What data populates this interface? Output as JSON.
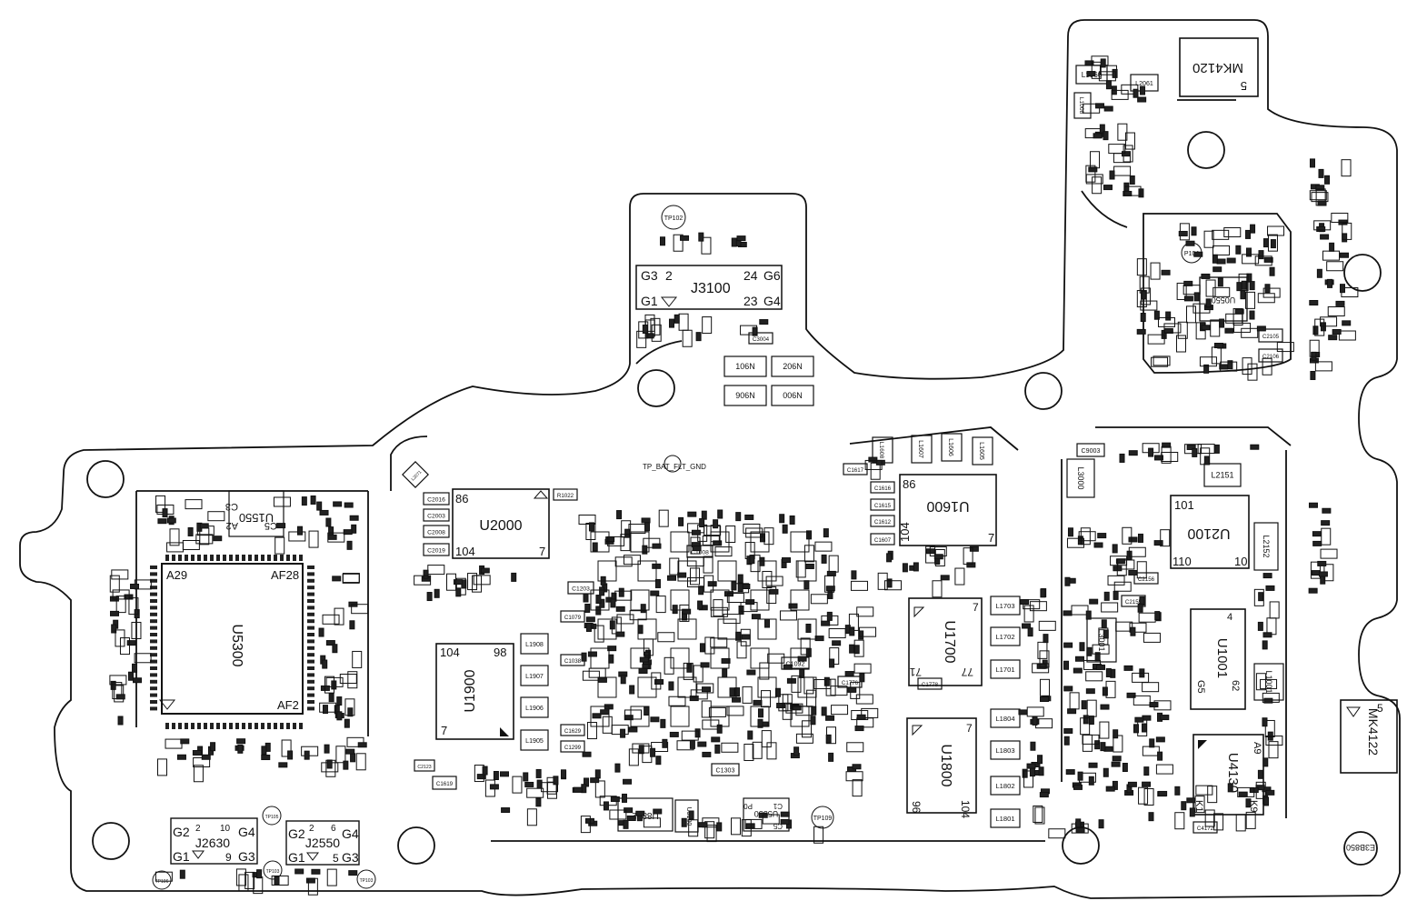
{
  "board": {
    "outline_color": "#111111",
    "background": "#ffffff",
    "ic_labels": {
      "u5300": "U5300",
      "u5300_pin_tl": "A29",
      "u5300_pin_tr": "AF28",
      "u5300_pin_br": "AF2",
      "u1550": "U1550",
      "u1550_pin_a": "A2",
      "u1550_pin_b": "C3",
      "u1550_pin_c": "C5",
      "u2000": "U2000",
      "u2000_pin_86": "86",
      "u2000_pin_104": "104",
      "u2000_pin_7": "7",
      "u1900": "U1900",
      "u1900_pin_104": "104",
      "u1900_pin_98": "98",
      "u1900_pin_7": "7",
      "u1600": "U1600",
      "u1600_pin_86": "86",
      "u1600_pin_104": "104",
      "u1600_pin_7": "7",
      "u1700": "U1700",
      "u1700_pin_71": "71",
      "u1700_pin_77": "77",
      "u1700_pin_7": "7",
      "u1800": "U1800",
      "u1800_pin_96": "96",
      "u1800_pin_104": "104",
      "u1800_pin_7": "7",
      "u2100": "U2100",
      "u2100_pin_101": "101",
      "u2100_pin_110": "110",
      "u2100_pin_10": "10",
      "u1001": "U1001",
      "u1001_pin_62": "62",
      "u1001_pin_65": "G5",
      "u1001_pin_4": "4",
      "u4130": "U4130",
      "u4130_pin_a9": "A9",
      "u4130_pin_k1": "K1",
      "u4130_pin_k9": "K9",
      "u0550": "U0550",
      "u5550": "U5550",
      "u5550_pin_c1": "C1",
      "u5550_pin_c5": "C5",
      "u5550_pin_p0": "P0",
      "j3100": "J3100",
      "j3100_g3": "G3",
      "j3100_2": "2",
      "j3100_24": "24",
      "j3100_g6": "G6",
      "j3100_g1": "G1",
      "j3100_23": "23",
      "j3100_g4": "G4",
      "j2630": "J2630",
      "j2630_g2": "G2",
      "j2630_g4": "G4",
      "j2630_g1": "G1",
      "j2630_g3": "G3",
      "j2630_2": "2",
      "j2630_10": "10",
      "j2630_9": "9",
      "j2550": "J2550",
      "j2550_g2": "G2",
      "j2550_g4": "G4",
      "j2550_g1": "G1",
      "j2550_g3": "G3",
      "j2550_2": "2",
      "j2550_6": "6",
      "j2550_5": "5",
      "mk4120": "MK4120",
      "mk4120_pin": "5",
      "mk4122": "MK4122",
      "mk4122_pin": "5",
      "u8872": "U8872",
      "u5100": "U5100",
      "e3b850": "E3B850"
    },
    "test_points": {
      "tp102": "TP102",
      "tp104": "P104",
      "tp109": "TP109",
      "tp105": "TP105",
      "tp106": "TP106",
      "tp103": "TP103",
      "tp_bat": "TP_BAT_FLT_GND"
    },
    "passives": {
      "l1960": "L1960",
      "l2061": "L2061",
      "l1008": "L1008",
      "c2016": "C2016",
      "c2003": "C2003",
      "c2008": "C2008",
      "c2019": "C2019",
      "r1022": "R1022",
      "l1607": "L1607",
      "l1608": "L1608",
      "l1605": "L1605",
      "l1606": "L1606",
      "c1615": "C1615",
      "c1616": "C1616",
      "c1612": "C1612",
      "c1607": "C1607",
      "c1617": "C1617",
      "c1619": "C1619",
      "l1908": "L1908",
      "l1907": "L1907",
      "l1906": "L1906",
      "l1905": "L1905",
      "c1079": "C1079",
      "c1038": "C1038",
      "c1629": "C1629",
      "c1299": "C1299",
      "c1303": "C1303",
      "c1092": "C1092",
      "c1776": "C1776",
      "c1778": "C1778",
      "l1703": "L1703",
      "l1702": "L1702",
      "l1701": "L1701",
      "l1804": "L1804",
      "l1803": "L1803",
      "l1802": "L1802",
      "l1801": "L1801",
      "c9003": "C9003",
      "l3000": "L3000",
      "l2151": "L2151",
      "l2152": "L2152",
      "c2156": "C2156",
      "c2155": "C2155",
      "l3001": "L3001",
      "l1001": "L1001",
      "c2105": "C2105",
      "c2106": "C2106",
      "c4172": "C4172",
      "c1008": "C1008",
      "c1203": "C1203",
      "c3004": "C3004",
      "r906": "906N",
      "r106": "106N",
      "r206": "206N",
      "r006": "006N",
      "l2071": "L2071",
      "c2123": "C2123"
    }
  }
}
